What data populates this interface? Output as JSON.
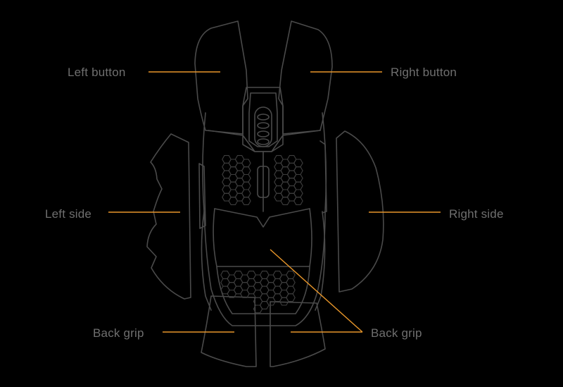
{
  "labels": {
    "left_button": "Left button",
    "right_button": "Right button",
    "left_side": "Left side",
    "right_side": "Right side",
    "back_grip_left": "Back grip",
    "back_grip_right": "Back grip"
  },
  "colors": {
    "background": "#000000",
    "outline": "#4a4a4a",
    "leader": "#e8962a",
    "label_text": "#6f6f6f"
  }
}
